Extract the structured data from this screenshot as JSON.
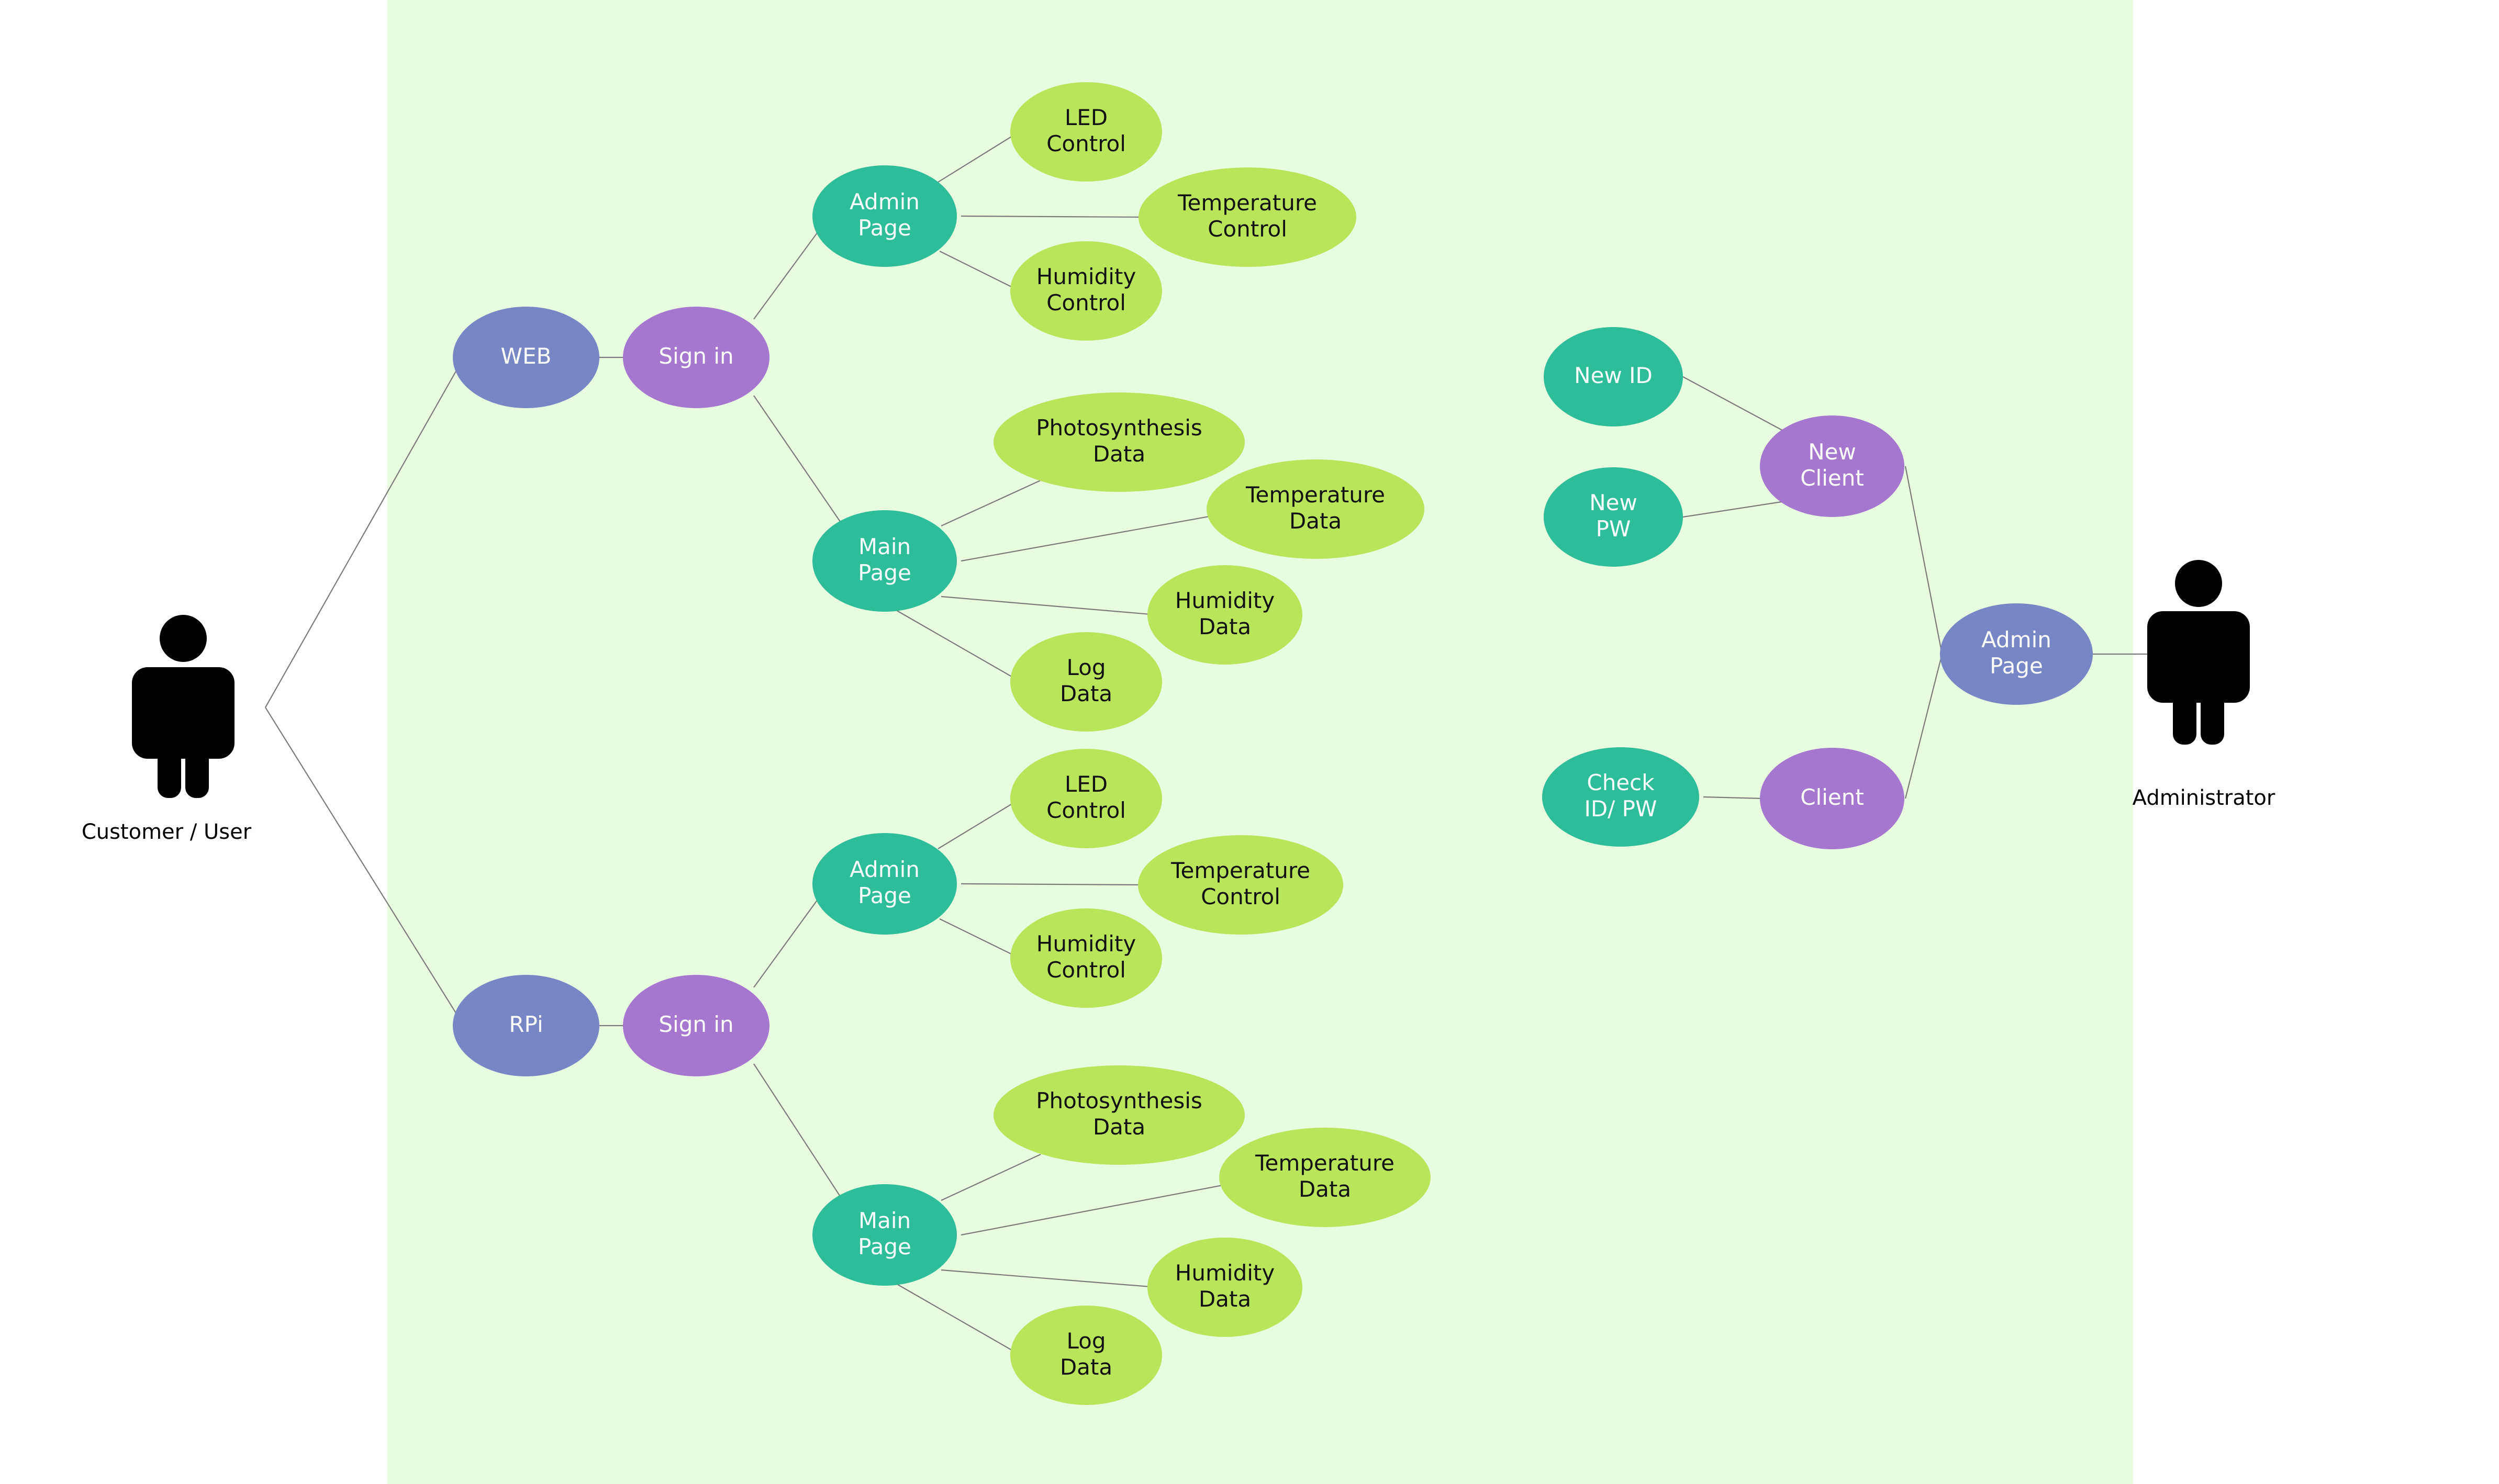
{
  "colors": {
    "panel": "#e8fde0",
    "actor": "#000000",
    "edge": "#7a7a7a",
    "blue": "#7786c4",
    "purple": "#a577cf",
    "teal": "#2dbd99",
    "lime": "#b8e55a",
    "text_light": "#ffffff",
    "text_dark": "#111111"
  },
  "actors": {
    "customer": {
      "label": "Customer / User",
      "icon": "person-icon"
    },
    "administrator": {
      "label": "Administrator",
      "icon": "person-icon"
    }
  },
  "nodes": {
    "web": {
      "lines": [
        "WEB"
      ]
    },
    "rpi": {
      "lines": [
        "RPi"
      ]
    },
    "web_signin": {
      "lines": [
        "Sign in"
      ]
    },
    "rpi_signin": {
      "lines": [
        "Sign in"
      ]
    },
    "web_admin": {
      "lines": [
        "Admin",
        "Page"
      ]
    },
    "web_main": {
      "lines": [
        "Main",
        "Page"
      ]
    },
    "rpi_admin": {
      "lines": [
        "Admin",
        "Page"
      ]
    },
    "rpi_main": {
      "lines": [
        "Main",
        "Page"
      ]
    },
    "web_led": {
      "lines": [
        "LED",
        "Control"
      ]
    },
    "web_tempctl": {
      "lines": [
        "Temperature",
        "Control"
      ]
    },
    "web_humctl": {
      "lines": [
        "Humidity",
        "Control"
      ]
    },
    "web_photo": {
      "lines": [
        "Photosynthesis",
        "Data"
      ]
    },
    "web_tempdata": {
      "lines": [
        "Temperature",
        "Data"
      ]
    },
    "web_humdata": {
      "lines": [
        "Humidity",
        "Data"
      ]
    },
    "web_log": {
      "lines": [
        "Log",
        "Data"
      ]
    },
    "rpi_led": {
      "lines": [
        "LED",
        "Control"
      ]
    },
    "rpi_tempctl": {
      "lines": [
        "Temperature",
        "Control"
      ]
    },
    "rpi_humctl": {
      "lines": [
        "Humidity",
        "Control"
      ]
    },
    "rpi_photo": {
      "lines": [
        "Photosynthesis",
        "Data"
      ]
    },
    "rpi_tempdata": {
      "lines": [
        "Temperature",
        "Data"
      ]
    },
    "rpi_humdata": {
      "lines": [
        "Humidity",
        "Data"
      ]
    },
    "rpi_log": {
      "lines": [
        "Log",
        "Data"
      ]
    },
    "new_id": {
      "lines": [
        "New ID"
      ]
    },
    "new_pw": {
      "lines": [
        "New",
        "PW"
      ]
    },
    "new_client": {
      "lines": [
        "New",
        "Client"
      ]
    },
    "check_idpw": {
      "lines": [
        "Check",
        "ID/ PW"
      ]
    },
    "client": {
      "lines": [
        "Client"
      ]
    },
    "adm_page": {
      "lines": [
        "Admin",
        "Page"
      ]
    }
  }
}
